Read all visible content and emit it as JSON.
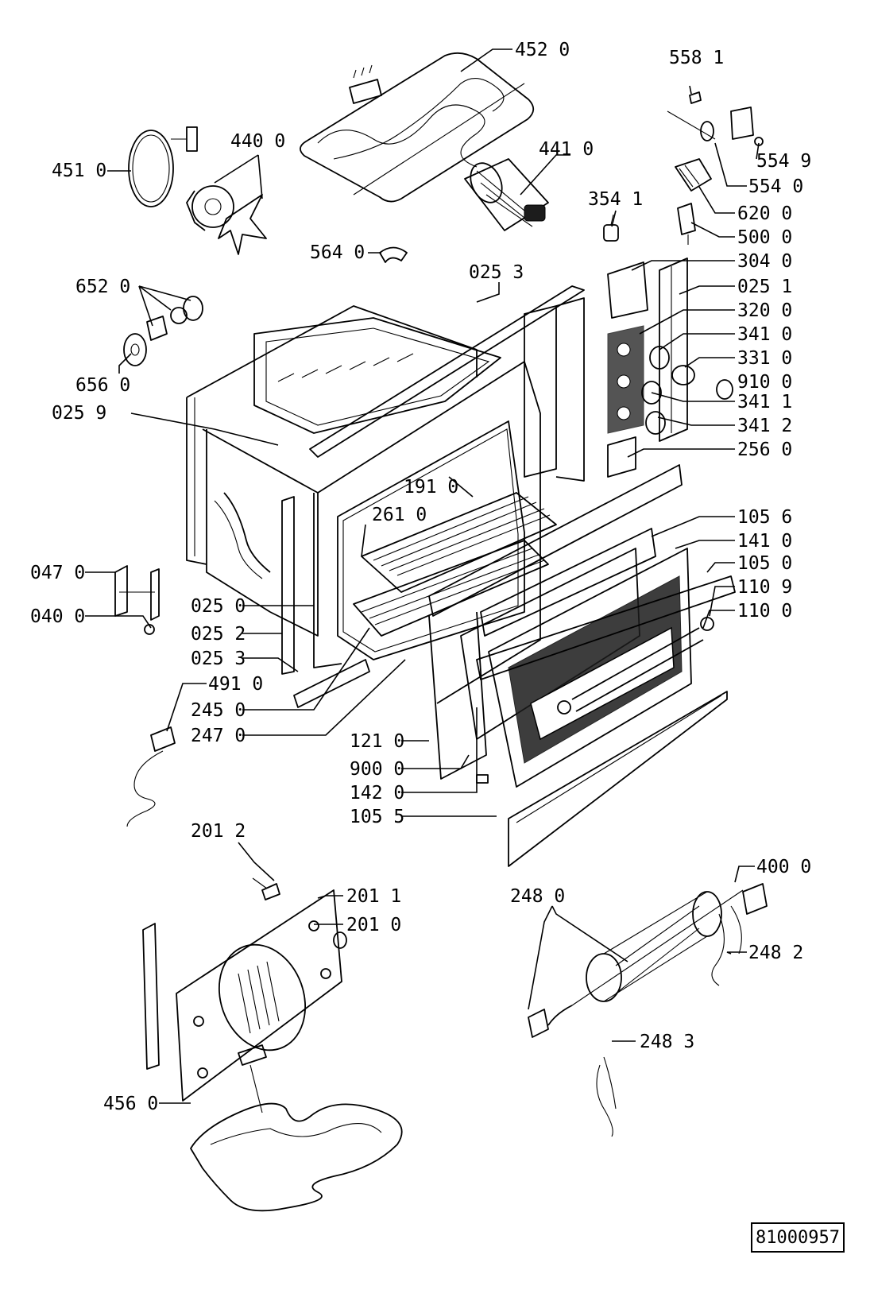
{
  "drawing_number": "81000957",
  "labels": [
    "452 0",
    "558 1",
    "451 0",
    "440 0",
    "441 0",
    "554 9",
    "554 0",
    "354 1",
    "620 0",
    "500 0",
    "564 0",
    "304 0",
    "025 3",
    "025 1",
    "652 0",
    "320 0",
    "341 0",
    "331 0",
    "910 0",
    "656 0",
    "341 1",
    "025 9",
    "341 2",
    "256 0",
    "191 0",
    "261 0",
    "105 6",
    "141 0",
    "105 0",
    "047 0",
    "110 9",
    "025 0",
    "110 0",
    "040 0",
    "025 2",
    "025 3",
    "491 0",
    "245 0",
    "247 0",
    "121 0",
    "900 0",
    "142 0",
    "105 5",
    "201 2",
    "400 0",
    "201 1",
    "248 0",
    "201 0",
    "248 2",
    "248 3",
    "456 0"
  ]
}
